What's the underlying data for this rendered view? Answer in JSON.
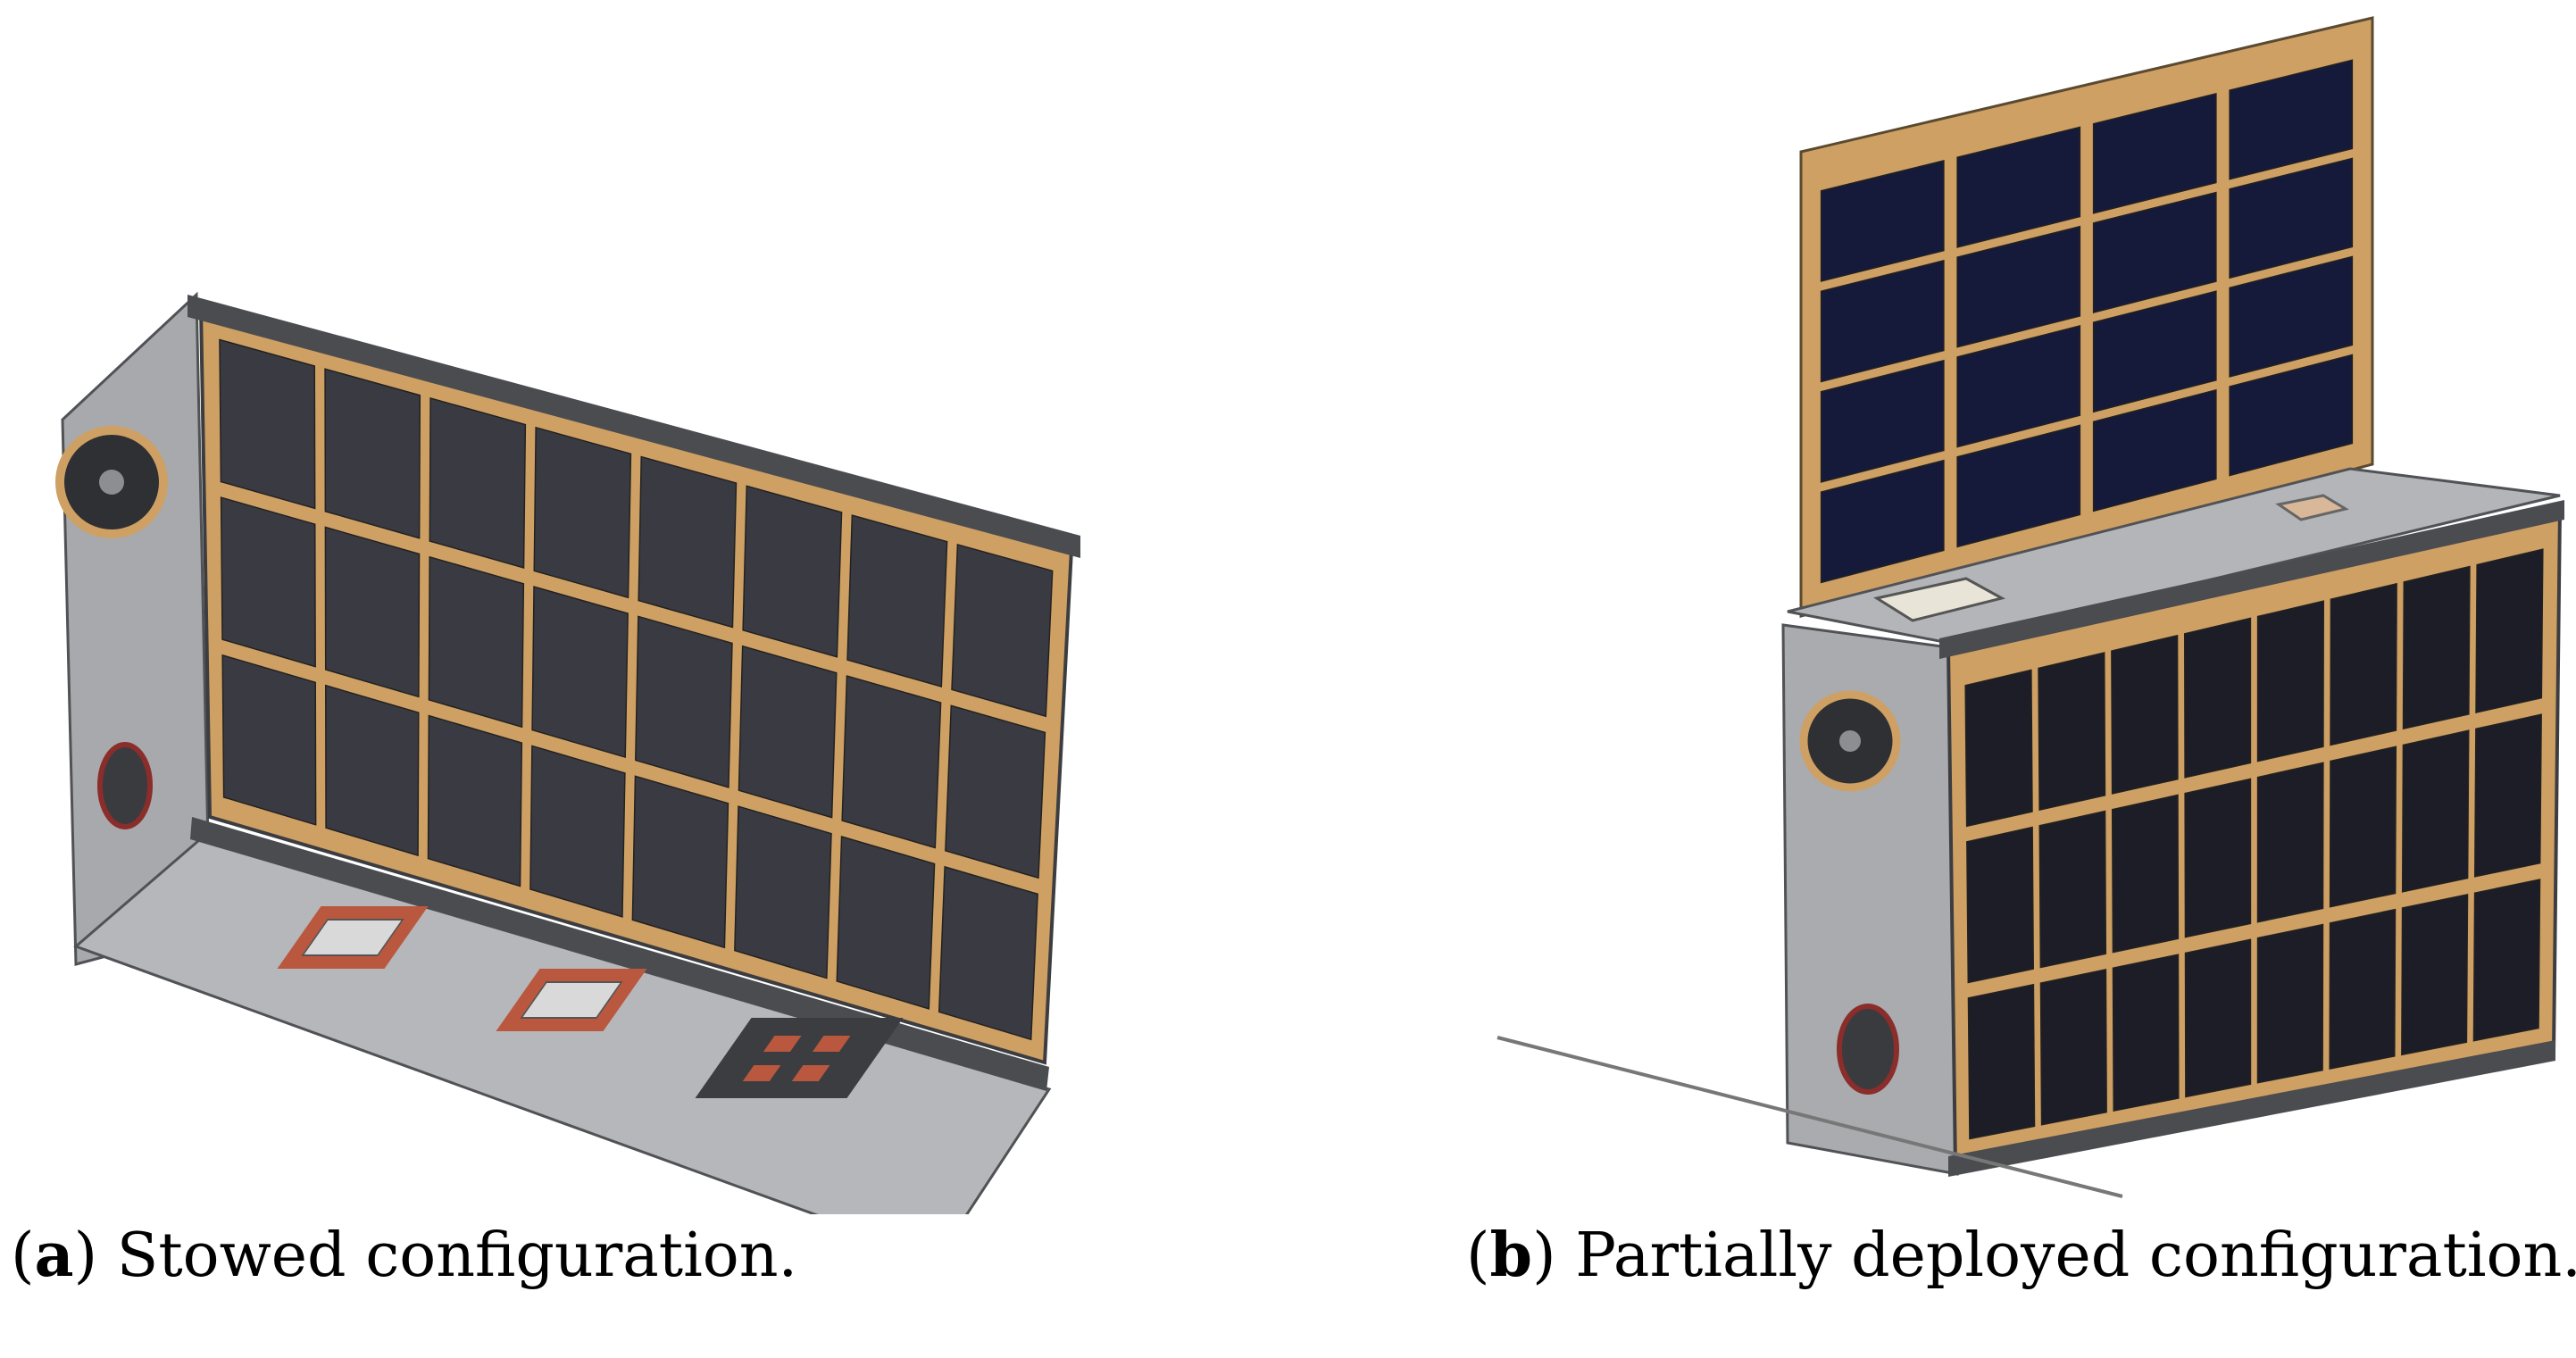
{
  "figure": {
    "panels": [
      {
        "letter": "a",
        "caption": "Stowed configuration."
      },
      {
        "letter": "b",
        "caption": "Partially deployed configuration."
      }
    ],
    "colors": {
      "frame": "#9a9c9f",
      "frame_dark": "#55575a",
      "panel_substrate": "#cfa064",
      "solar_cell_stowed": "#3a3b42",
      "solar_cell_deployed": "#1c1d27",
      "wing_cell": "#151a3a",
      "rail": "#4a4c50",
      "aperture_red": "#b9583e"
    }
  }
}
